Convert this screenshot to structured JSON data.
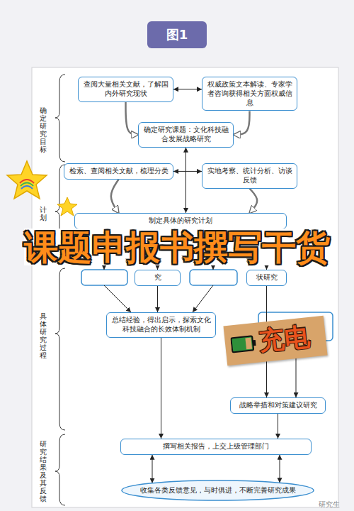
{
  "diagram": {
    "title": "图1",
    "nodes": [
      {
        "text": [
          "查阅大量相关文献，了解国内外研究现状"
        ]
      },
      {
        "text": [
          "权威政策文本解读、专家学者咨询获得相关方面权威信息"
        ]
      },
      {
        "text": [
          "确定研究课题：文化科技融合发展战略研究"
        ]
      },
      {
        "text": [
          "检索、查阅相关文献，梳理分类"
        ]
      },
      {
        "text": [
          "实地考察、统计分析、访谈反馈"
        ]
      },
      {
        "text": [
          "制定具体的研究计划"
        ]
      },
      {
        "text": [
          "究"
        ]
      },
      {
        "text": [
          "状研究"
        ]
      },
      {
        "text": [
          "总结经验，得出启示，探索文化科技融合的长效体制机制"
        ]
      },
      {
        "text": [
          "战略举措和对策建议研究"
        ]
      },
      {
        "text": [
          "撰写相关报告，上交上级管理部门"
        ]
      },
      {
        "text": [
          "收集各类反馈意见，与时俱进，不断完善研究成果"
        ]
      }
    ],
    "edges": [
      {
        "from": 0,
        "to": 1,
        "arrow": "both"
      },
      {
        "from": 0,
        "to": 2,
        "arrow": "to"
      },
      {
        "from": 1,
        "to": 2,
        "arrow": "to"
      },
      {
        "from": 3,
        "to": 4,
        "arrow": "both"
      },
      {
        "from": 2,
        "to": 5,
        "arrow": "both"
      },
      {
        "from": 3,
        "to": 5,
        "arrow": "to"
      },
      {
        "from": 4,
        "to": 5,
        "arrow": "to"
      },
      {
        "from": 5,
        "to": 6,
        "arrow": "to"
      },
      {
        "from": 5,
        "to": 7,
        "arrow": "to"
      },
      {
        "from": 6,
        "to": 8,
        "arrow": "to"
      },
      {
        "from": 7,
        "to": 9,
        "arrow": "to"
      },
      {
        "from": 8,
        "to": 10,
        "arrow": "to"
      },
      {
        "from": 9,
        "to": 10,
        "arrow": "to"
      },
      {
        "from": 10,
        "to": 11,
        "arrow": "both"
      },
      {
        "from": 10,
        "to": 11,
        "arrow": "both"
      }
    ],
    "labels": [
      "确定研究目标",
      "计划",
      "课题申报书撰写干货",
      "充电",
      "具体研究过程",
      "研究结果及其反馈",
      "研究生"
    ]
  }
}
